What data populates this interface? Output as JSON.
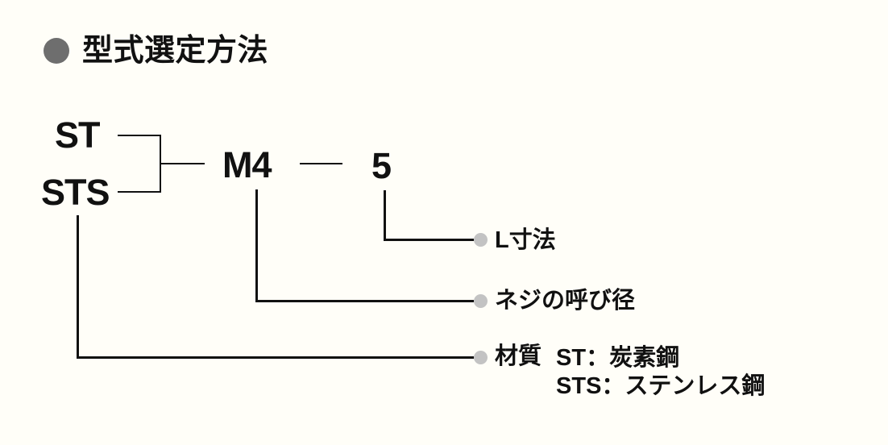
{
  "title": "型式選定方法",
  "model_code": {
    "material_options": [
      "ST",
      "STS"
    ],
    "thread_size": "M4",
    "length": "5"
  },
  "callouts": {
    "length_label": "L寸法",
    "thread_label": "ネジの呼び径",
    "material_label": "材質",
    "material_legend": [
      "ST：炭素鋼",
      "STS：ステンレス鋼"
    ]
  },
  "colors": {
    "title_bullet": "#6e6e6e",
    "callout_dot": "#c3c3c3",
    "line": "#111111",
    "text": "#111111",
    "background": "#fffef8"
  }
}
